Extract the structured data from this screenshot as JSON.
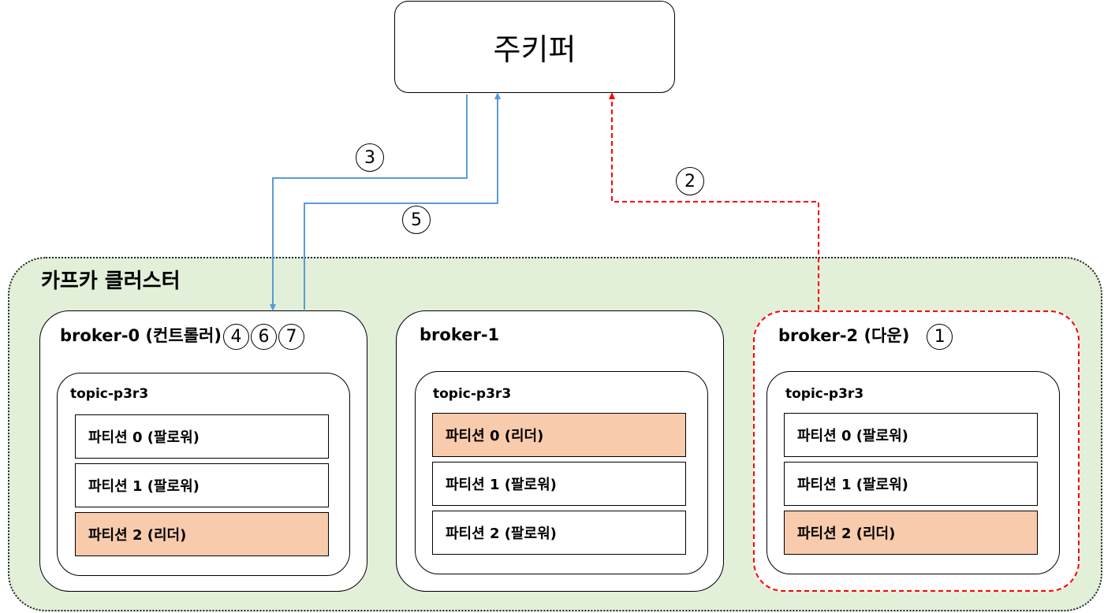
{
  "zookeeper": {
    "label": "주키퍼"
  },
  "cluster": {
    "title": "카프카 클러스터"
  },
  "brokers": [
    {
      "title": "broker-0 (컨트롤러)",
      "marks": [
        "4",
        "6",
        "7"
      ],
      "topic": "topic-p3r3",
      "partitions": [
        {
          "label": "파티션 0 (팔로워)",
          "role": "follower"
        },
        {
          "label": "파티션 1 (팔로워)",
          "role": "follower"
        },
        {
          "label": "파티션 2 (리더)",
          "role": "leader"
        }
      ]
    },
    {
      "title": "broker-1",
      "marks": [],
      "topic": "topic-p3r3",
      "partitions": [
        {
          "label": "파티션 0 (리더)",
          "role": "leader"
        },
        {
          "label": "파티션 1 (팔로워)",
          "role": "follower"
        },
        {
          "label": "파티션 2 (팔로워)",
          "role": "follower"
        }
      ]
    },
    {
      "title": "broker-2 (다운)",
      "marks": [
        "1"
      ],
      "topic": "topic-p3r3",
      "partitions": [
        {
          "label": "파티션 0 (팔로워)",
          "role": "follower"
        },
        {
          "label": "파티션 1 (팔로워)",
          "role": "follower"
        },
        {
          "label": "파티션 2 (리더)",
          "role": "leader"
        }
      ]
    }
  ],
  "steps": {
    "s2": "2",
    "s3": "3",
    "s5": "5"
  },
  "colors": {
    "cluster_bg": "#e2efd9",
    "leader_fill": "#f8cbad",
    "arrow_blue": "#5b9bd5",
    "arrow_red": "#ff0000"
  }
}
